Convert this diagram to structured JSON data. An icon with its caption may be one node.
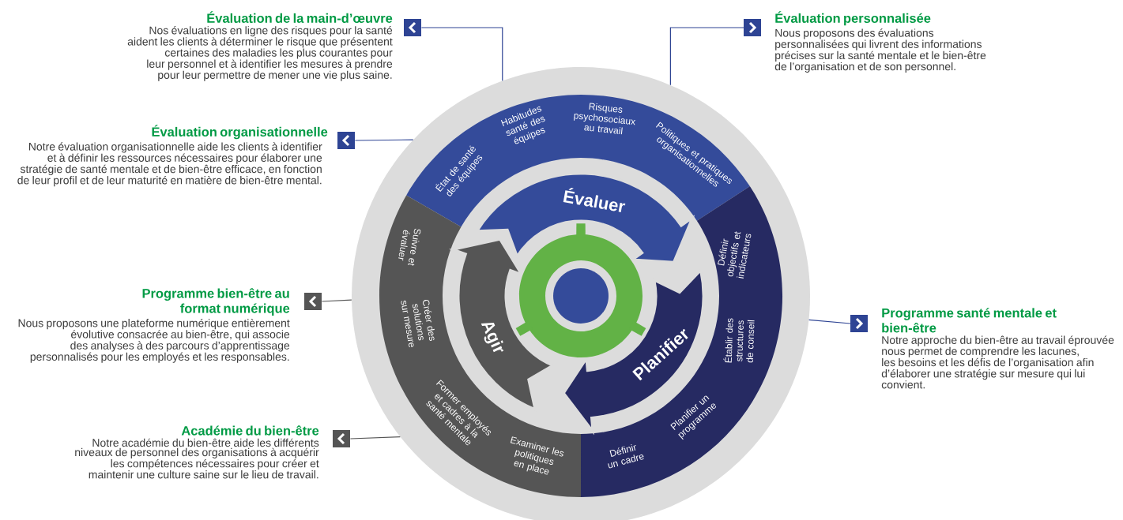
{
  "diagram": {
    "nodes": [
      {
        "text": [
          "Évaluation de la main-d’œuvre",
          "Nos évaluations en ligne des risques pour la santé aident les clients à déterminer le risque que présentent certaines des maladies les plus courantes pour leur personnel et à identifier les mesures à prendre pour leur permettre de mener une vie plus saine."
        ]
      },
      {
        "text": [
          "Évaluation personnalisée",
          "Nous proposons des évaluations personnalisées qui livrent des informations précises sur la santé mentale et le bien-être de l’organisation et de son personnel."
        ]
      },
      {
        "text": [
          "Évaluation organisationnelle",
          "Notre évaluation organisationnelle aide les clients à identifier et à définir les ressources nécessaires pour élaborer une stratégie de santé mentale et de bien-être efficace, en fonction de leur profil et de leur maturité en matière de bien-être mental."
        ]
      },
      {
        "text": [],
        "shape": "circle"
      },
      {
        "text": [
          "État de santé des équipes",
          "Habitudes santé des équipes",
          "Risques psychosociaux au travail",
          "Politiques et pratiques organisationnelles"
        ],
        "in": 3
      },
      {
        "text": [
          "Définir objectifs et indicateurs",
          "Établir des structures de conseil",
          "Planifier un programme",
          "Définir un cadre"
        ],
        "in": 3
      },
      {
        "text": [
          "Examiner les politiques en place",
          "Former employés et cadres à la santé mentale",
          "Créer des solutions sur mesure",
          "Suivre et évaluer"
        ],
        "in": 3
      },
      {
        "text": [
          "Évaluer"
        ],
        "in": 3
      },
      {
        "text": [
          "Planifier"
        ],
        "in": 3
      },
      {
        "text": [
          "Agir"
        ],
        "in": 3
      },
      {
        "text": [
          "Programme bien-être au format numérique",
          "Nous proposons une plateforme numérique entièrement évolutive consacrée au bien-être, qui associe des analyses à des parcours d’apprentissage personnalisés pour les employés et les responsables."
        ]
      },
      {
        "text": [
          "Programme santé mentale et bien-être",
          "Notre approche du bien-être au travail éprouvée nous permet de comprendre les lacunes, les besoins et les défis de l’organisation afin d’élaborer une stratégie sur mesure qui lui convient."
        ]
      },
      {
        "text": [
          "Académie du bien-être",
          "Notre académie du bien-être aide les différents niveaux de personnel des organisations à acquérir les compétences nécessaires pour créer et maintenir une culture saine sur le lieu de travail."
        ]
      }
    ],
    "edges": [
      {
        "from": 0,
        "to": 3,
        "arrow": "none"
      },
      {
        "from": 1,
        "to": 3,
        "arrow": "none"
      },
      {
        "from": 2,
        "to": 3,
        "arrow": "none"
      },
      {
        "from": 10,
        "to": 3,
        "arrow": "none",
        "color": "#555555"
      },
      {
        "from": 11,
        "to": 3,
        "arrow": "none"
      },
      {
        "from": 12,
        "to": 3,
        "arrow": "none",
        "color": "#555555"
      }
    ]
  }
}
